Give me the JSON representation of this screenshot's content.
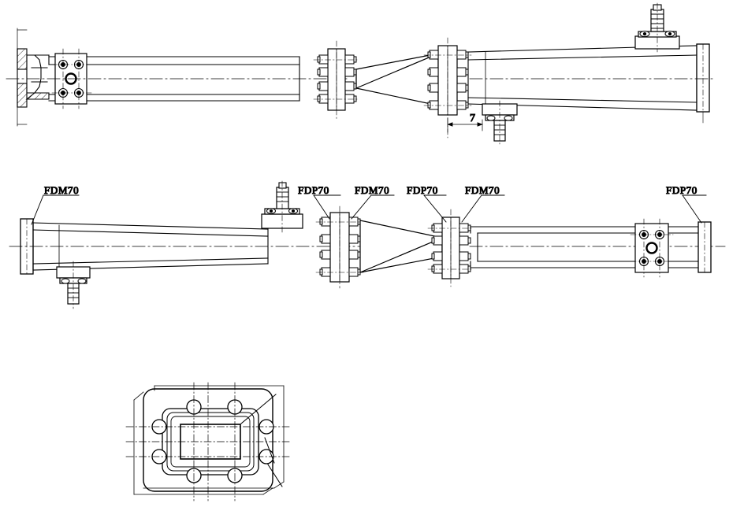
{
  "drawing": {
    "title": "Waveguide assembly drawing",
    "sheet_width": 944,
    "sheet_height": 644,
    "line_color": "#000000",
    "background_color": "#ffffff",
    "views": [
      {
        "name": "top-assembly-view",
        "description": "Waveguide run, flange left, taper transition centre, stub fitting top right"
      },
      {
        "name": "middle-assembly-view",
        "description": "Mirrored waveguide run, stub fitting bottom left, taper transition centre"
      },
      {
        "name": "bottom-flange-face-view",
        "description": "Flange face with rectangular aperture and eight bolt holes"
      }
    ]
  },
  "labels": {
    "top_view": [],
    "middle_view": [
      {
        "id": "lbl-1",
        "text": "FDM70"
      },
      {
        "id": "lbl-2",
        "text": "FDP70"
      },
      {
        "id": "lbl-3",
        "text": "FDM70"
      },
      {
        "id": "lbl-4",
        "text": "FDP70"
      },
      {
        "id": "lbl-5",
        "text": "FDM70"
      },
      {
        "id": "lbl-6",
        "text": "FDP70"
      }
    ]
  },
  "dimensions": {
    "top_view": [
      {
        "id": "dim-1",
        "text": "7"
      }
    ]
  }
}
